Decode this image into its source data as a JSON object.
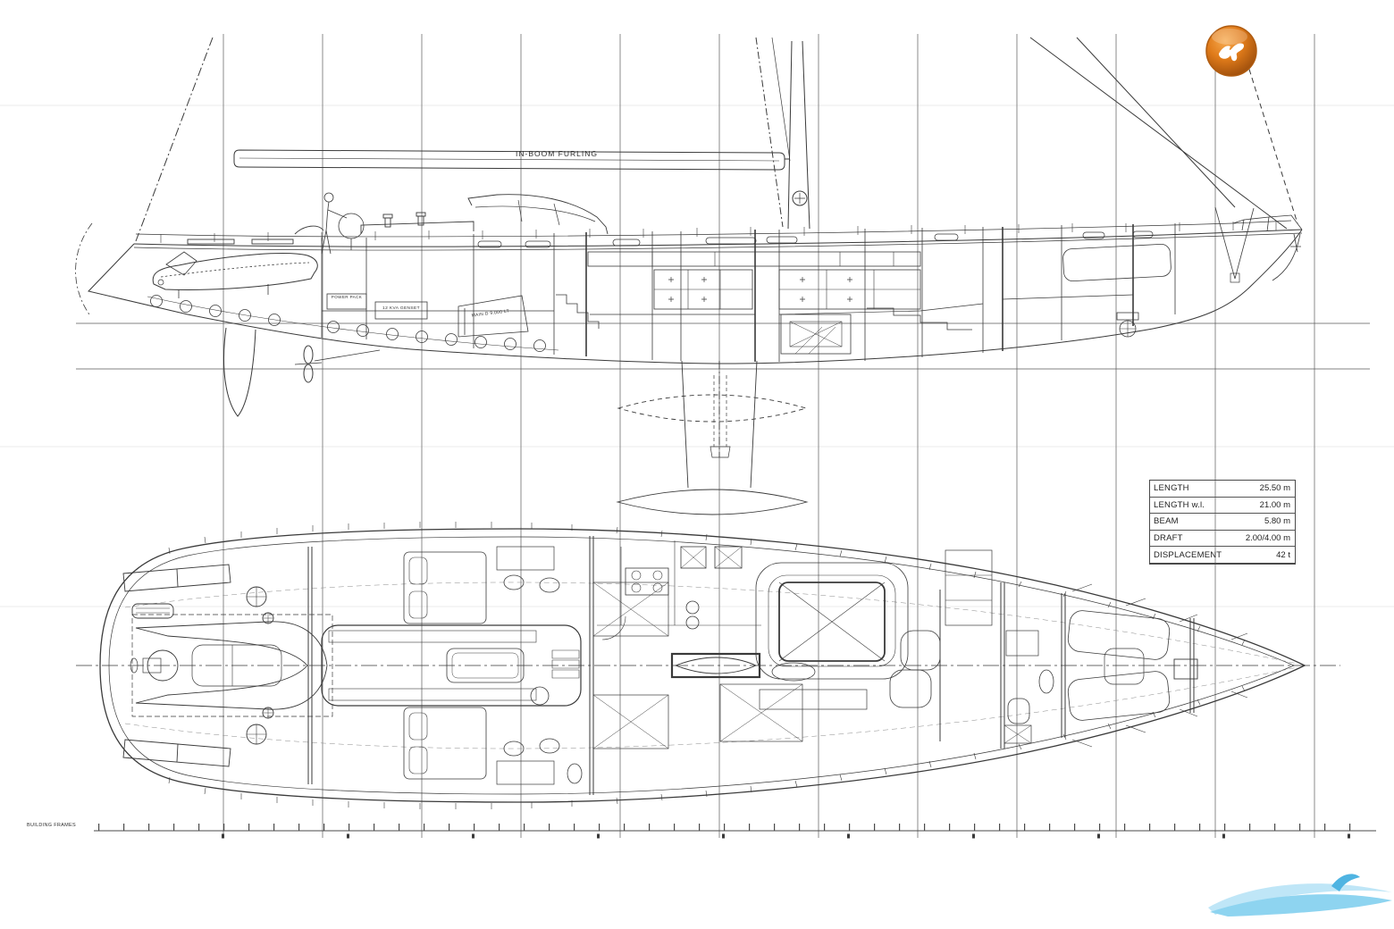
{
  "page": {
    "background": "#ffffff",
    "line_color": "#3a3a3a"
  },
  "branding": {
    "broker_logo_icon": "orange-falcon-badge",
    "accent_orange": "#d9731a",
    "watermark_icon": "blue-wave-swoosh",
    "watermark_blue": "#8ed4f0"
  },
  "drawing": {
    "labels": {
      "boom": "IN-BOOM FURLING",
      "power_pack": "POWER PACK",
      "genset": "12 KVA GENSET",
      "fuel_tank": "MAIN D 9.000 LT",
      "building_frames": "BUILDING FRAMES"
    }
  },
  "specs_table": {
    "rows": [
      {
        "label": "LENGTH",
        "value": "25.50 m"
      },
      {
        "label": "LENGTH  w.l.",
        "value": "21.00 m"
      },
      {
        "label": "BEAM",
        "value": "5.80 m"
      },
      {
        "label": "DRAFT",
        "value": "2.00/4.00 m"
      },
      {
        "label": "DISPLACEMENT",
        "value": "42 t"
      }
    ]
  }
}
